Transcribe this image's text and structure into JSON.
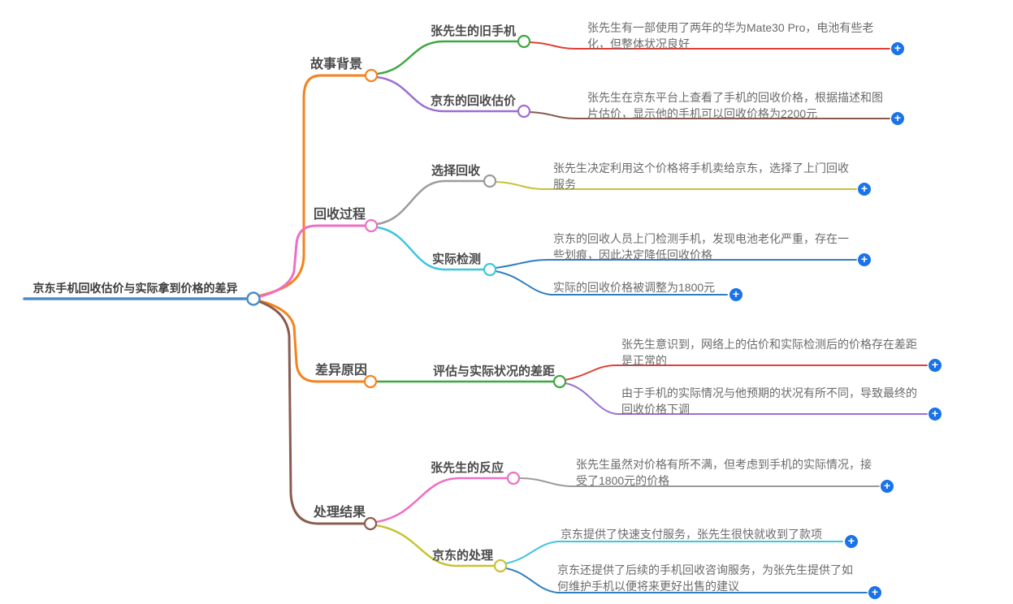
{
  "root": {
    "label": "京东手机回收估价与实际拿到价格的差异"
  },
  "branches": [
    {
      "label": "故事背景",
      "children": [
        {
          "label": "张先生的旧手机",
          "notes": [
            {
              "text": "张先生有一部使用了两年的华为Mate30 Pro，电池有些老化，但整体状况良好"
            }
          ]
        },
        {
          "label": "京东的回收估价",
          "notes": [
            {
              "text": "张先生在京东平台上查看了手机的回收价格，根据描述和图片估价，显示他的手机可以回收价格为2200元"
            }
          ]
        }
      ]
    },
    {
      "label": "回收过程",
      "children": [
        {
          "label": "选择回收",
          "notes": [
            {
              "text": "张先生决定利用这个价格将手机卖给京东，选择了上门回收服务"
            }
          ]
        },
        {
          "label": "实际检测",
          "notes": [
            {
              "text": "京东的回收人员上门检测手机，发现电池老化严重，存在一些划痕，因此决定降低回收价格"
            },
            {
              "text": "实际的回收价格被调整为1800元"
            }
          ]
        }
      ]
    },
    {
      "label": "差异原因",
      "children": [
        {
          "label": "评估与实际状况的差距",
          "notes": [
            {
              "text": "张先生意识到，网络上的估价和实际检测后的价格存在差距是正常的"
            },
            {
              "text": "由于手机的实际情况与他预期的状况有所不同，导致最终的回收价格下调"
            }
          ]
        }
      ]
    },
    {
      "label": "处理结果",
      "children": [
        {
          "label": "张先生的反应",
          "notes": [
            {
              "text": "张先生虽然对价格有所不满，但考虑到手机的实际情况，接受了1800元的价格"
            }
          ]
        },
        {
          "label": "京东的处理",
          "notes": [
            {
              "text": "京东提供了快速支付服务，张先生很快就收到了款项"
            },
            {
              "text": "京东还提供了后续的手机回收咨询服务，为张先生提供了如何维护手机以便将来更好出售的建议"
            }
          ]
        }
      ]
    }
  ],
  "icons": {
    "add": "+"
  },
  "colors": {
    "root_blue": "#4a8cc9",
    "orange": "#f5821f",
    "pink": "#ee6fc4",
    "brown": "#8a5c50",
    "green": "#3ea742",
    "purple": "#9b6fd0",
    "red": "#e04038",
    "gray": "#9b9b9b",
    "olive": "#c9c235",
    "cyan": "#3fc6dd",
    "blue": "#2f7ec1",
    "plus_blue": "#1a73e8"
  }
}
